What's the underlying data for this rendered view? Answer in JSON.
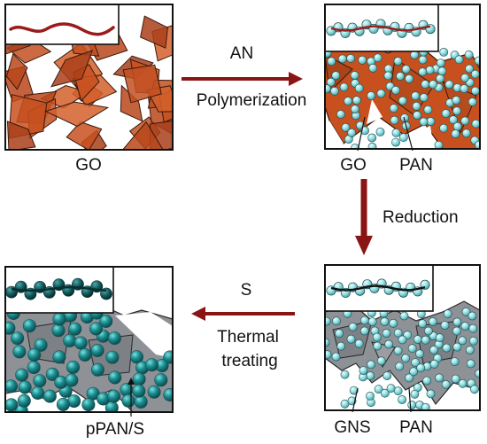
{
  "panels": {
    "go": {
      "label": "GO"
    },
    "go_pan": {
      "label_left": "GO",
      "label_right": "PAN"
    },
    "gns_pan": {
      "label_left": "GNS",
      "label_right": "PAN"
    },
    "ppan_s": {
      "label": "pPAN/S"
    }
  },
  "arrows": {
    "polymerization": {
      "top": "AN",
      "bottom": "Polymerization"
    },
    "reduction": {
      "label": "Reduction"
    },
    "thermal": {
      "top": "S",
      "line1": "Thermal",
      "line2": "treating"
    }
  },
  "colors": {
    "go_sheet": "#c8501e",
    "go_sheet_edge": "#3a1a0c",
    "gns_sheet": "#8e9196",
    "sphere_light": "#9fe3e6",
    "sphere_dark": "#1b8f92",
    "arrow": "#8b1414",
    "chain_red": "#9b1b1b"
  }
}
